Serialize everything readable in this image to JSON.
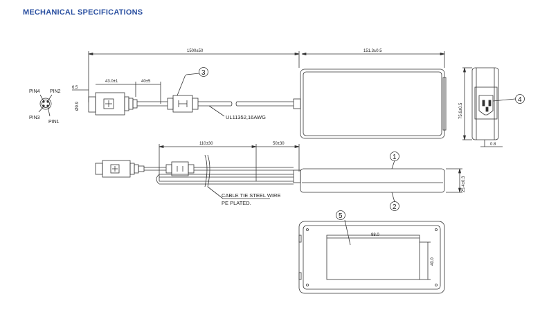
{
  "heading": "MECHANICAL SPECIFICATIONS",
  "colors": {
    "heading": "#2a4fa0",
    "line": "#333333"
  },
  "dimensions": {
    "cable_length": "1500±50",
    "body_length": "151.3±0.5",
    "connector_length": "43.0±1",
    "ferrite_offset": "40±5",
    "pin_extension": "6.5",
    "connector_dia": "Ø9.9",
    "body_width": "75.6±0.5",
    "ferrite_span": "110±30",
    "tie_offset": "50±30",
    "body_height": "25.4±0.3",
    "foot_height": "0.8",
    "label_width": "98.0",
    "label_height": "40.0"
  },
  "pins": [
    "PIN4",
    "PIN2",
    "PIN3",
    "PIN1"
  ],
  "notes": {
    "cable_spec": "UL11352,16AWG",
    "cable_tie_1": "CABLE TIE STEEL WIRE",
    "cable_tie_2": "PE PLATED."
  },
  "callouts": [
    "1",
    "2",
    "3",
    "4",
    "5"
  ],
  "icons": [
    "pin-connector-icon",
    "iec-inlet-icon"
  ]
}
